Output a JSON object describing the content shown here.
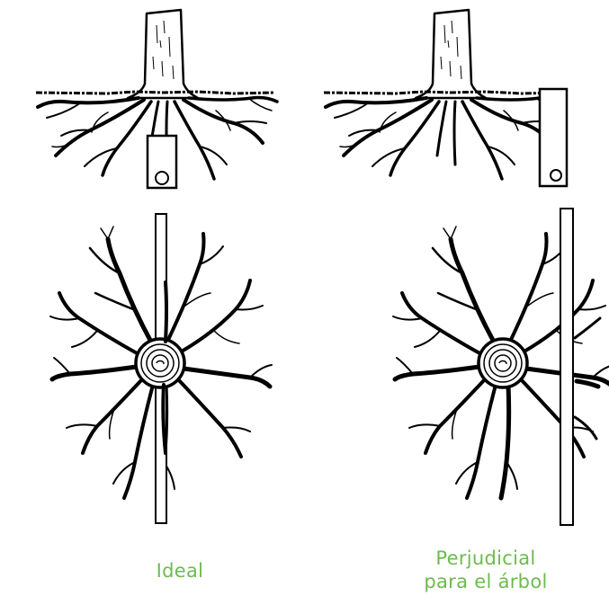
{
  "captions": {
    "left": "Ideal",
    "right_line1": "Perjudicial",
    "right_line2": "para el árbol"
  },
  "colors": {
    "ink": "#000000",
    "caption": "#6dbb4f",
    "background": "#ffffff"
  }
}
